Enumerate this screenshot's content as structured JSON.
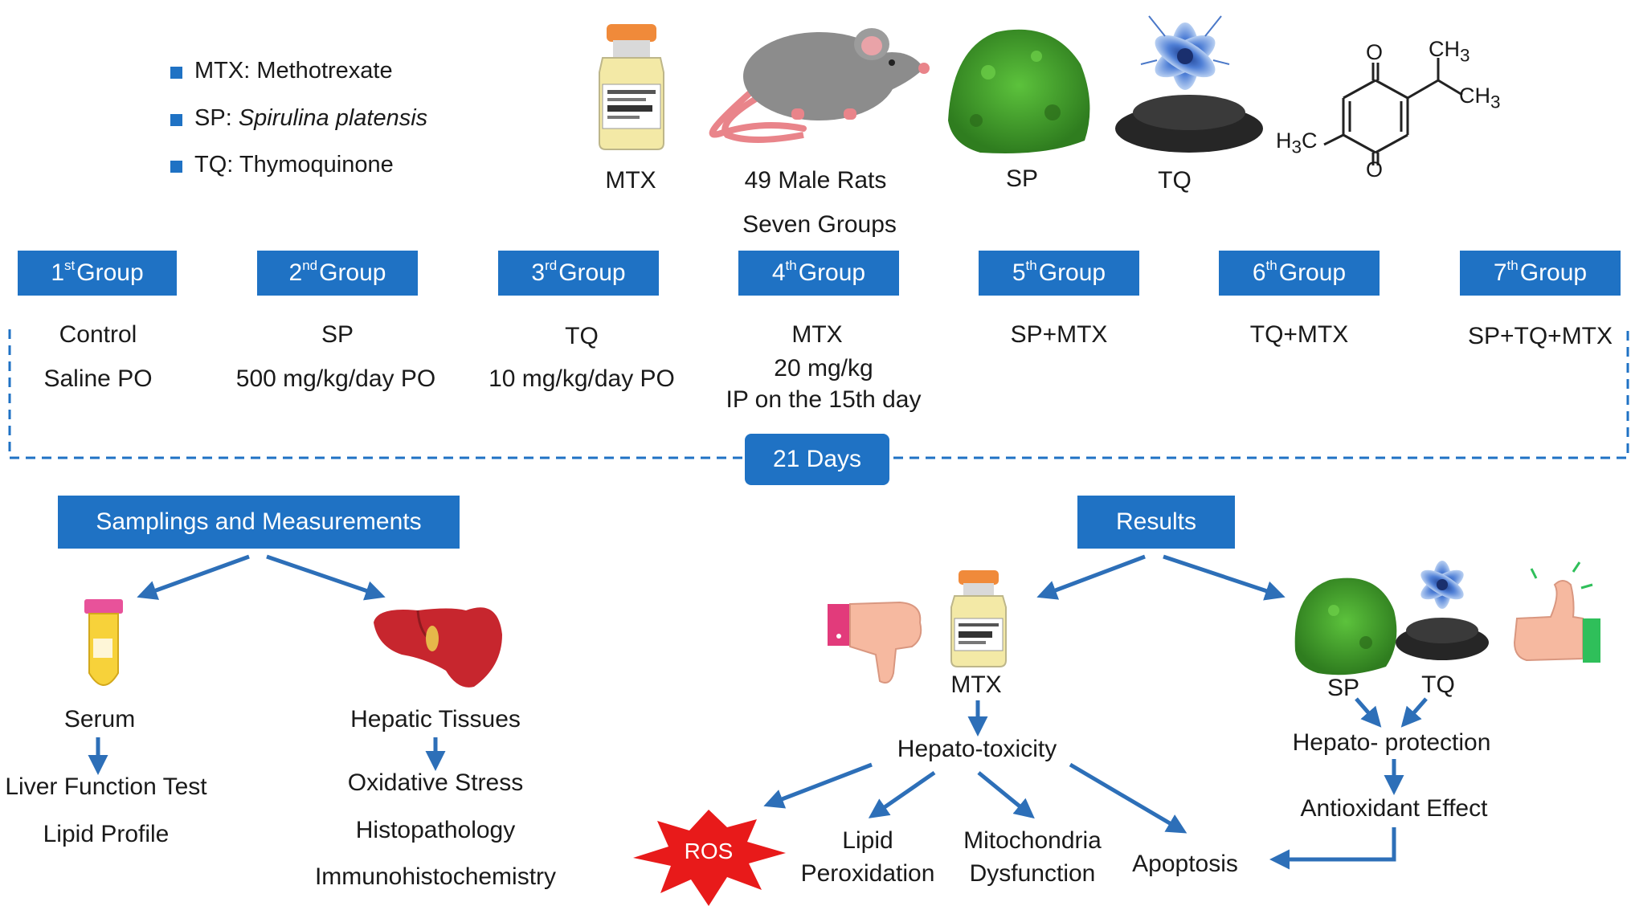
{
  "legend": [
    {
      "abbr": "MTX",
      "sep": ": ",
      "name": "Methotrexate",
      "italic": false
    },
    {
      "abbr": "SP",
      "sep": ": ",
      "name": "Spirulina platensis",
      "italic": true
    },
    {
      "abbr": "TQ",
      "sep": ": ",
      "name": "Thymoquinone",
      "italic": false
    }
  ],
  "top_labels": {
    "mtx": "MTX",
    "rats": "49 Male Rats",
    "groups_count": "Seven Groups",
    "sp": "SP",
    "tq": "TQ"
  },
  "chemical": {
    "o_top": "O",
    "o_bottom": "O",
    "ch3_a": "CH",
    "ch3_a_sub": "3",
    "ch3_b": "CH",
    "ch3_b_sub": "3",
    "h3c": "H",
    "h3c_sub": "3",
    "h3c_tail": "C"
  },
  "groups": [
    {
      "num": "1",
      "sup": "st",
      "word": "Group",
      "lines": [
        "Control",
        "Saline PO"
      ]
    },
    {
      "num": "2",
      "sup": "nd",
      "word": "Group",
      "lines": [
        "SP",
        "500 mg/kg/day PO"
      ]
    },
    {
      "num": "3",
      "sup": "rd",
      "word": "Group",
      "lines": [
        "TQ",
        "10 mg/kg/day PO"
      ]
    },
    {
      "num": "4",
      "sup": "th",
      "word": "Group",
      "lines": [
        "MTX",
        "20 mg/kg",
        "IP on the 15th day"
      ]
    },
    {
      "num": "5",
      "sup": "th",
      "word": "Group",
      "lines": [
        "SP+MTX"
      ]
    },
    {
      "num": "6",
      "sup": "th",
      "word": "Group",
      "lines": [
        "TQ+MTX"
      ]
    },
    {
      "num": "7",
      "sup": "th",
      "word": "Group",
      "lines": [
        "SP+TQ+MTX"
      ]
    }
  ],
  "duration": "21 Days",
  "sampling": {
    "title": "Samplings and Measurements",
    "serum": "Serum",
    "serum_items": [
      "Liver Function Test",
      "Lipid Profile"
    ],
    "hepatic": "Hepatic Tissues",
    "hepatic_items": [
      "Oxidative Stress",
      "Histopathology",
      "Immunohistochemistry"
    ]
  },
  "results": {
    "title": "Results",
    "mtx": "MTX",
    "toxicity": "Hepato-toxicity",
    "ros": "ROS",
    "lipid": [
      "Lipid",
      "Peroxidation"
    ],
    "mito": [
      "Mitochondria",
      "Dysfunction"
    ],
    "apoptosis": "Apoptosis",
    "sp": "SP",
    "tq": "TQ",
    "protection": "Hepato- protection",
    "antioxidant": "Antioxidant Effect"
  },
  "colors": {
    "accent_blue": "#1f72c4",
    "arrow_blue": "#2d6fb8",
    "ros_red": "#e81a1a",
    "spirulina_green": "#3f9e2c",
    "rat_gray": "#8c8c8c",
    "liver_red": "#c7262e"
  }
}
